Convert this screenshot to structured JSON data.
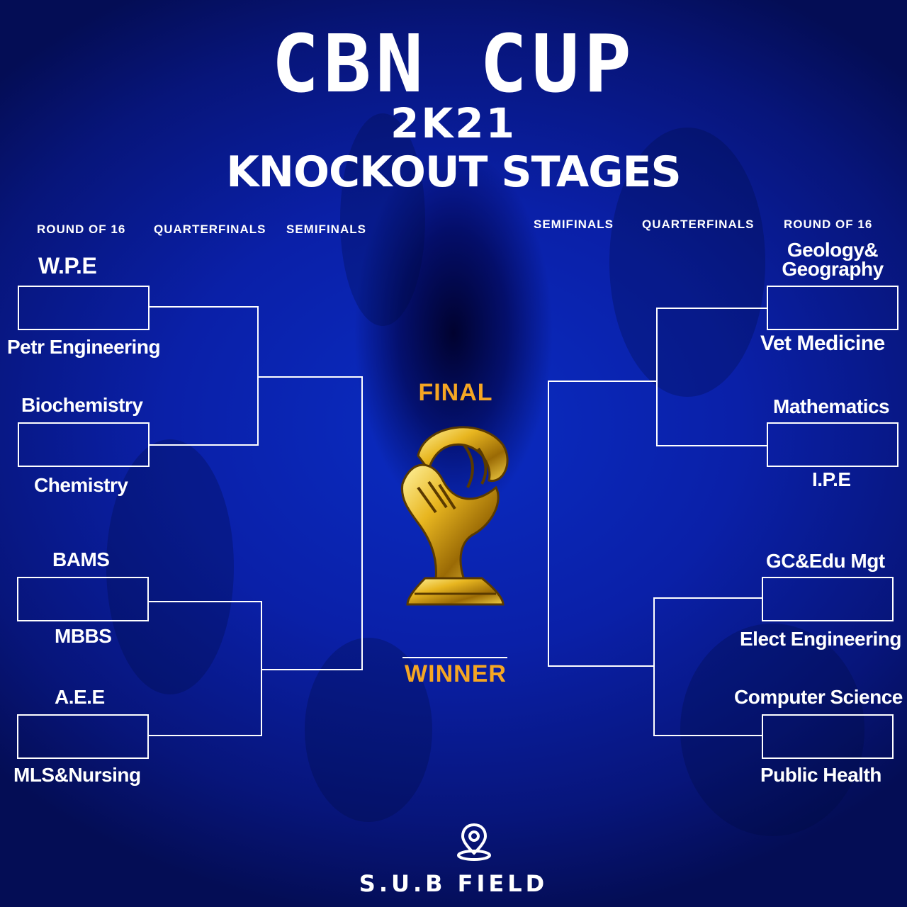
{
  "header": {
    "title": "CBN CUP",
    "year": "2K21",
    "subtitle": "KNOCKOUT STAGES"
  },
  "rounds": {
    "left": {
      "r16": "ROUND OF 16",
      "qf": "QUARTERFINALS",
      "sf": "SEMIFINALS"
    },
    "right": {
      "sf": "SEMIFINALS",
      "qf": "QUARTERFINALS",
      "r16": "ROUND OF 16"
    }
  },
  "left_teams": [
    "W.P.E",
    "Petr Engineering",
    "Biochemistry",
    "Chemistry",
    "BAMS",
    "MBBS",
    "A.E.E",
    "MLS&Nursing"
  ],
  "right_teams": [
    "Geology&",
    "Geography",
    "Vet Medicine",
    "Mathematics",
    "I.P.E",
    "GC&Edu Mgt",
    "Elect Engineering",
    "Computer Science",
    "Public Health"
  ],
  "center": {
    "final_label": "FINAL",
    "winner_label": "WINNER",
    "trophy": "trophy-icon"
  },
  "footer": {
    "venue_icon": "location-pin-icon",
    "venue": "S.U.B FIELD"
  },
  "colors": {
    "background": "#0a2cc2",
    "accent": "#f5a623",
    "text": "#ffffff",
    "trophy": "#d4a017"
  }
}
